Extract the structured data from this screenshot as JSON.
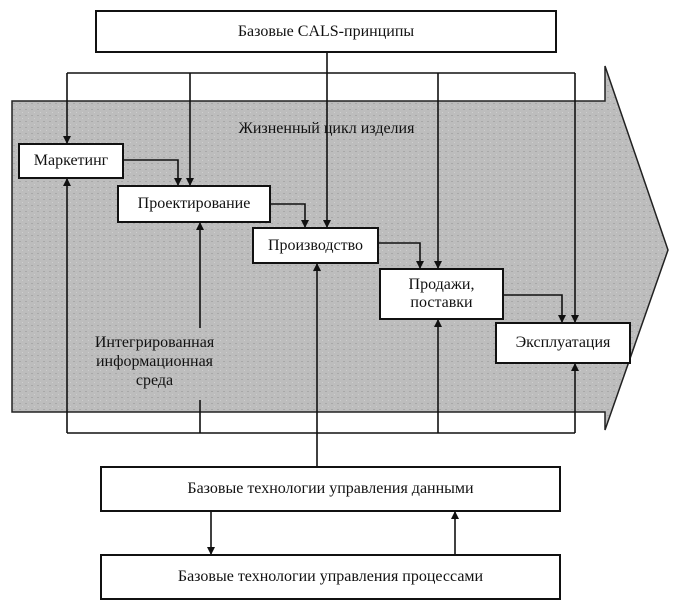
{
  "top_box": "Базовые CALS-принципы",
  "lifecycle_label": "Жизненный цикл изделия",
  "stages": {
    "marketing": "Маркетинг",
    "design": "Проектирование",
    "production": "Производство",
    "sales_line1": "Продажи,",
    "sales_line2": "поставки",
    "operation": "Эксплуатация"
  },
  "environment": {
    "line1": "Интегрированная",
    "line2": "информационная",
    "line3": "среда"
  },
  "data_box": "Базовые технологии управления данными",
  "process_box": "Базовые технологии управления процессами",
  "colors": {
    "arrow_fill": "#bdbdbd",
    "line": "#111111"
  }
}
